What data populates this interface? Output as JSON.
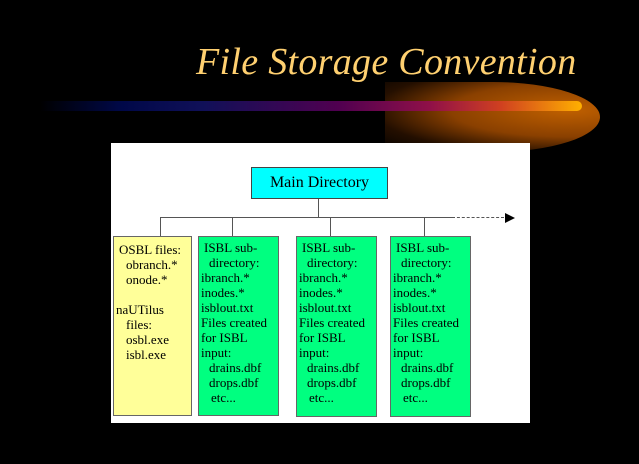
{
  "slide_title": "File Storage Convention",
  "diagram": {
    "root": "Main Directory",
    "osbl_box": {
      "lines": [
        "OSBL files:",
        "obranch.*",
        "onode.*",
        "",
        "naUTilus",
        "files:",
        "osbl.exe",
        "isbl.exe"
      ]
    },
    "isbl_boxes": [
      {
        "lines": [
          "ISBL sub-",
          "directory:",
          "ibranch.*",
          "inodes.*",
          "isblout.txt",
          "Files created",
          "for ISBL",
          "input:",
          "drains.dbf",
          "drops.dbf",
          "etc..."
        ]
      },
      {
        "lines": [
          "ISBL sub-",
          "directory:",
          "ibranch.*",
          "inodes.*",
          "isblout.txt",
          "Files created",
          "for ISBL",
          "input:",
          "drains.dbf",
          "drops.dbf",
          "etc..."
        ]
      },
      {
        "lines": [
          "ISBL sub-",
          "directory:",
          "ibranch.*",
          "inodes.*",
          "isblout.txt",
          "Files created",
          "for ISBL",
          "input:",
          "drains.dbf",
          "drops.dbf",
          "etc..."
        ]
      }
    ],
    "colors": {
      "root": "#00ffff",
      "osbl": "#ffff99",
      "isbl": "#00ff80",
      "title": "#ffd070"
    }
  }
}
